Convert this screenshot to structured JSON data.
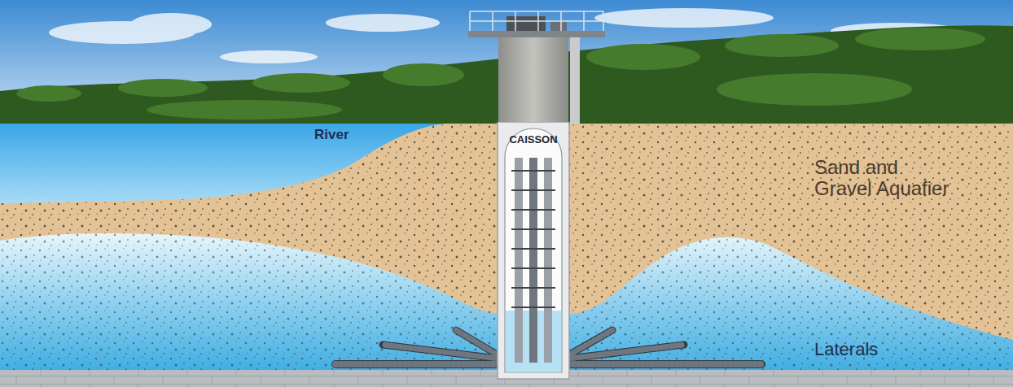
{
  "diagram": {
    "nodes": [
      {
        "text": [
          "CAISSON"
        ]
      }
    ],
    "labels": [
      "River",
      "Sand and Gravel Aquafier",
      "Laterals"
    ]
  }
}
